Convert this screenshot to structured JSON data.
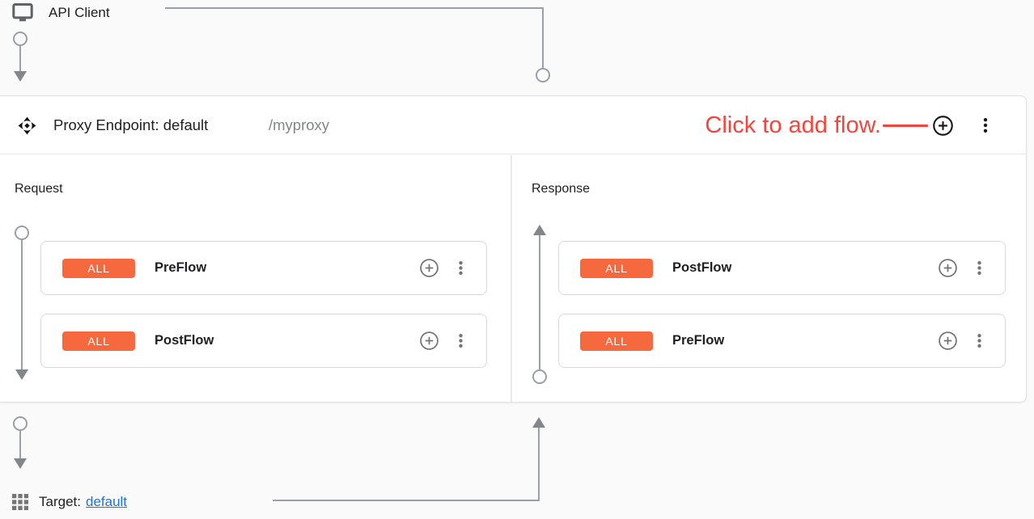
{
  "api_client": {
    "label": "API Client"
  },
  "proxy_endpoint": {
    "title": "Proxy Endpoint: default",
    "basepath": "/myproxy",
    "annotation": {
      "text": "Click to add flow."
    },
    "request": {
      "label": "Request",
      "flows": [
        {
          "condition": "ALL",
          "name": "PreFlow"
        },
        {
          "condition": "ALL",
          "name": "PostFlow"
        }
      ]
    },
    "response": {
      "label": "Response",
      "flows": [
        {
          "condition": "ALL",
          "name": "PostFlow"
        },
        {
          "condition": "ALL",
          "name": "PreFlow"
        }
      ]
    }
  },
  "target": {
    "label": "Target:",
    "link_text": "default"
  },
  "icons": {
    "api_client": "monitor-icon",
    "proxy_endpoint": "dpad-arrows-icon",
    "add_flow": "plus-circle-icon",
    "overflow_menu": "kebab-menu-icon",
    "target": "grid-icon"
  },
  "colors": {
    "accent_orange": "#f6693f",
    "annotation_red": "#f4453c",
    "link_blue": "#1a73e8",
    "text_dark": "#202124",
    "text_gray": "#80868b",
    "connector_gray": "#9aa0a6",
    "border_gray": "#dfe1e5"
  }
}
